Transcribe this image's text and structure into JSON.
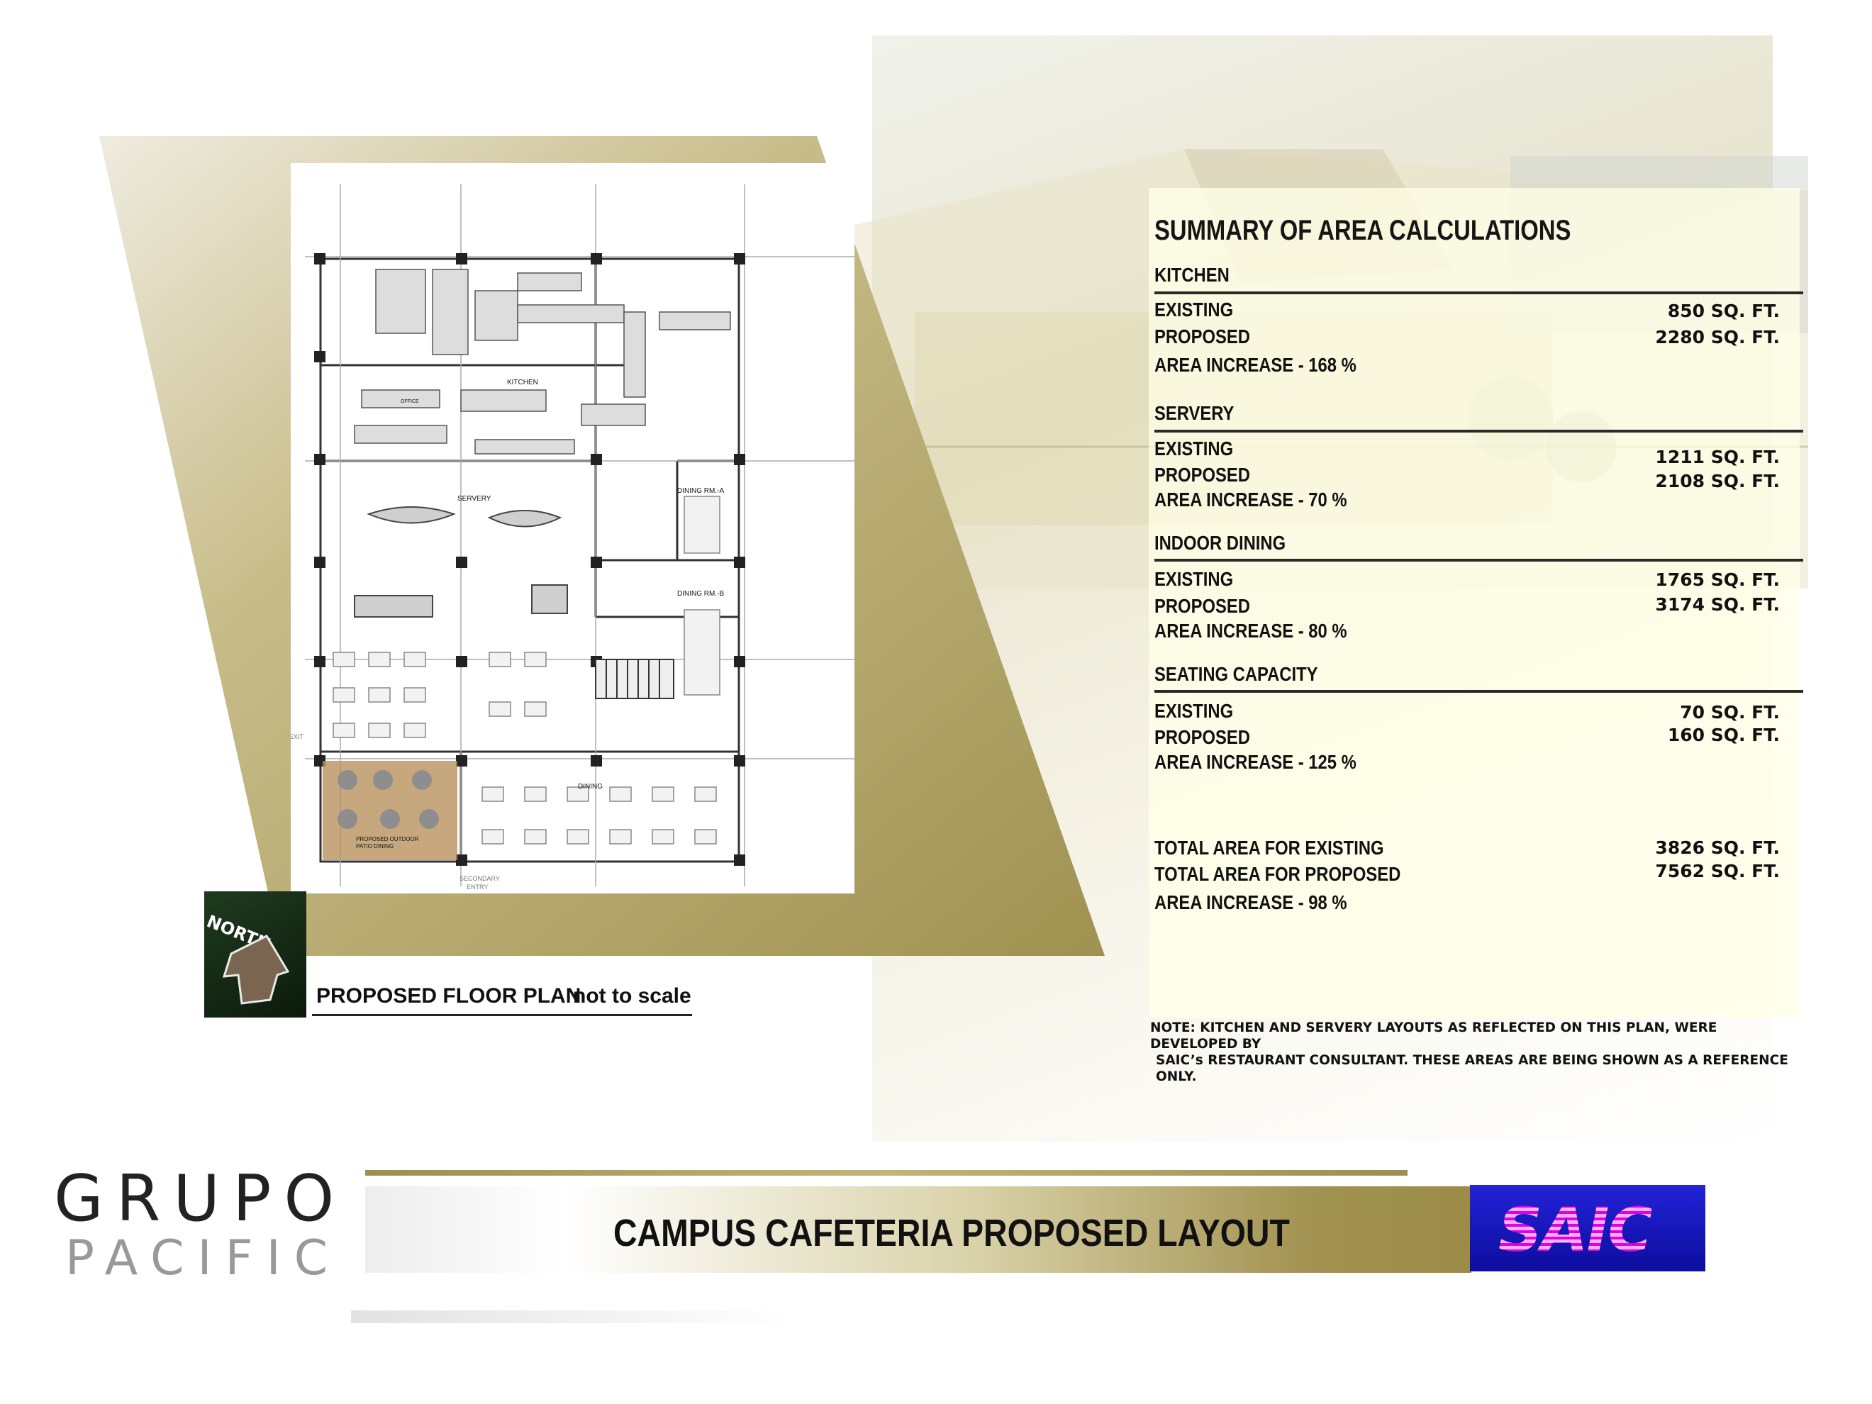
{
  "floor_plan": {
    "title": "PROPOSED FLOOR PLAN",
    "scale_note": "not to scale",
    "north_label": "NORTH",
    "room_labels": {
      "kitchen": "KITCHEN",
      "servery": "SERVERY",
      "dining": "DINING",
      "dining_a": "DINING RM.-A",
      "dining_b": "DINING RM.-B",
      "office": "OFFICE",
      "patio_line1": "PROPOSED OUTDOOR",
      "patio_line2": "PATIO DINING",
      "entry_exit": "ENTRY/EXIT",
      "secondary_entry_line1": "SECONDARY",
      "secondary_entry_line2": "ENTRY"
    }
  },
  "summary": {
    "title": "SUMMARY OF AREA CALCULATIONS",
    "sections": [
      {
        "heading": "KITCHEN",
        "existing_label": "EXISTING",
        "existing_value": "850 SQ. FT.",
        "proposed_label": "PROPOSED",
        "proposed_value": "2280 SQ. FT.",
        "increase": "AREA INCREASE - 168 %"
      },
      {
        "heading": "SERVERY",
        "existing_label": "EXISTING",
        "existing_value": "1211 SQ. FT.",
        "proposed_label": "PROPOSED",
        "proposed_value": "2108 SQ. FT.",
        "increase": "AREA INCREASE - 70 %"
      },
      {
        "heading": "INDOOR DINING",
        "existing_label": "EXISTING",
        "existing_value": "1765 SQ. FT.",
        "proposed_label": "PROPOSED",
        "proposed_value": "3174 SQ. FT.",
        "increase": "AREA INCREASE - 80 %"
      },
      {
        "heading": "SEATING CAPACITY",
        "existing_label": "EXISTING",
        "existing_value": "70 SQ. FT.",
        "proposed_label": "PROPOSED",
        "proposed_value": "160 SQ. FT.",
        "increase": "AREA INCREASE - 125 %"
      }
    ],
    "totals": {
      "existing_label": "TOTAL AREA FOR EXISTING",
      "existing_value": "3826 SQ. FT.",
      "proposed_label": "TOTAL AREA FOR PROPOSED",
      "proposed_value": "7562 SQ. FT.",
      "increase": "AREA INCREASE - 98 %"
    },
    "note_line1": "NOTE: KITCHEN AND SERVERY LAYOUTS AS REFLECTED ON THIS PLAN, WERE DEVELOPED BY",
    "note_line2": "SAIC’s RESTAURANT CONSULTANT. THESE AREAS ARE BEING SHOWN AS A REFERENCE ONLY."
  },
  "branding": {
    "company_top": "GRUPO",
    "company_bottom": "PACIFIC",
    "sheet_title": "CAMPUS CAFETERIA PROPOSED LAYOUT",
    "client_logo": "SAIC"
  },
  "colors": {
    "olive": "#a79a5c",
    "panel": "#fffde6",
    "logo_bg": "#1414c0",
    "logo_text": "#ff40ff"
  }
}
